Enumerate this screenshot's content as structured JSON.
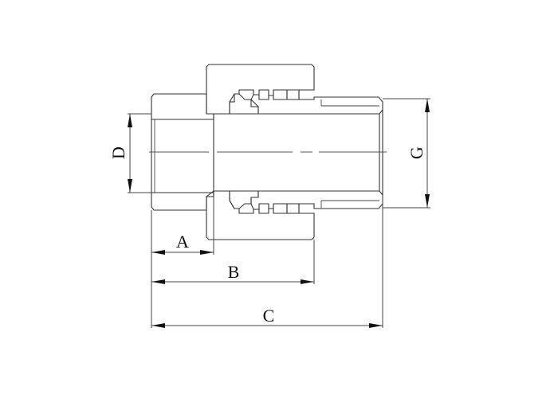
{
  "drawing": {
    "subject": "pipe union fitting cross-section",
    "dimensions": {
      "A": "A",
      "B": "B",
      "C": "C",
      "D": "D",
      "G": "G"
    },
    "colors": {
      "line": "#333333",
      "background": "#ffffff"
    }
  }
}
